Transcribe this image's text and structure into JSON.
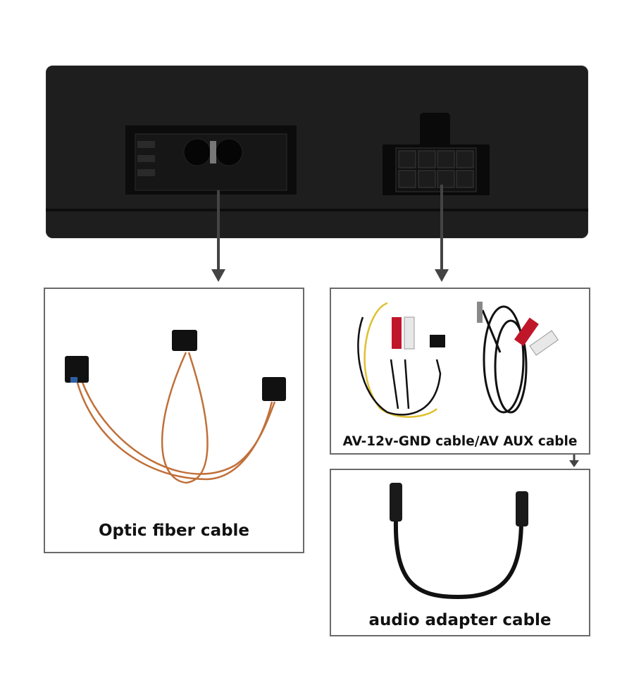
{
  "panels": {
    "optic": {
      "label": "Optic fiber cable"
    },
    "av": {
      "label": "AV-12v-GND cable/AV AUX cable"
    },
    "audio": {
      "label": "audio adapter cable"
    }
  },
  "colors": {
    "device": "#1e1e1f",
    "arrow": "#444444",
    "fiber": "#c0703a",
    "panel_border": "#6a6a6a"
  }
}
